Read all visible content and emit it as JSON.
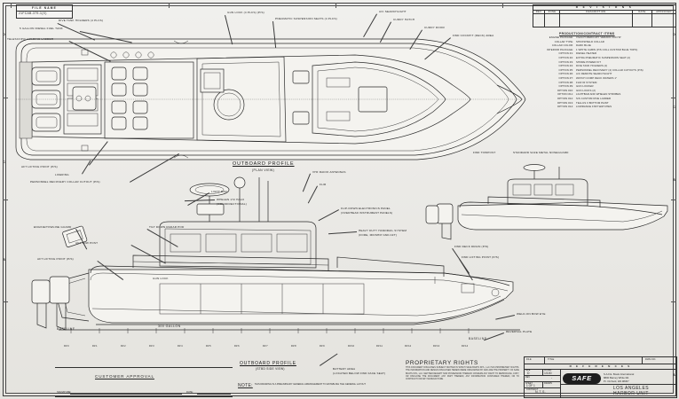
{
  "sheet": {
    "zones": [
      "A",
      "B",
      "C",
      "D"
    ],
    "zone_numbers": [
      "1",
      "2",
      "3",
      "4"
    ]
  },
  "file_block": {
    "header": "FILE NAME",
    "value": "21FCAB-379-1(X)"
  },
  "revision_block": {
    "title": "R E V I S I O N S",
    "columns": [
      "REV",
      "ZONE",
      "DESCRIPTION",
      "DATE",
      "APPROVED"
    ],
    "rows": []
  },
  "production": {
    "heading": "PRODUCTION/CONTRACT ITEMS",
    "items": [
      {
        "key": "ENGINE PACKAGE:",
        "value": "3 EACH MERCURY VERADO 300 HP"
      },
      {
        "key": "COLLAR TYPE:",
        "value": "SHOXSHIELD COLLAR"
      },
      {
        "key": "COLLAR COLOR:",
        "value": "DARK BLUE"
      },
      {
        "key": "INTERIOR PACKAGE:",
        "value": "1 WHITE CABIN  (P/S COLL CUSTOM BLUE TOPS)"
      },
      {
        "key": "OPTION #1:",
        "value": "DIESEL HEATER"
      },
      {
        "key": "OPTION #2:",
        "value": "EXTRA PNEUMATIC SUSPENSION SEAT (2)"
      },
      {
        "key": "OPTION #3:",
        "value": "SHORE POWER KIT"
      },
      {
        "key": "OPTION #4:",
        "value": "DIVE TANK HOLDERS (4)"
      },
      {
        "key": "OPTION #5:",
        "value": "PERSONNEL RECOVERY (4) COLLAR CUTOUTS (P/S)"
      },
      {
        "key": "OPTION #6:",
        "value": "A/C REMOTE SEARCHLIGHT"
      },
      {
        "key": "OPTION #7:",
        "value": "WATCH COMP DECK WATERS 1\""
      },
      {
        "key": "OPTION #8:",
        "value": "FLIR IR SYSTEM"
      },
      {
        "key": "OPTION #9:",
        "value": "GUN LOCKER"
      },
      {
        "key": "OPTION #10:",
        "value": "GUN LOCKS (2)"
      },
      {
        "key": "OPTION #11:",
        "value": "LIGHTBAR AND WHELEN STROBES"
      },
      {
        "key": "OPTION #12:",
        "value": "S/S CUSTOM DIVE LADDER"
      },
      {
        "key": "OPTION #13:",
        "value": "TELLUS II BOTTOM PAINT"
      },
      {
        "key": "OPTION #14:",
        "value": "LOWRANCE FISH WATCHES"
      }
    ]
  },
  "title_block": {
    "dwg_label_file": "FILE",
    "dwg_label_title": "TITLE",
    "dwg_label_no": "DWG NO.",
    "references": "R E F E R E N C E S",
    "logo": "SAFE",
    "company": "S.A.F.E. Boats International",
    "address_line1": "8800 Barney White Rd.",
    "address_line2": "Pt. Orchard, WA 98367",
    "customer": "LOS ANGELES HARBOR UNIT",
    "customer_line1": "LOS ANGELES",
    "customer_line2": "HARBOR UNIT",
    "scale_label": "SCALE",
    "scale_value": "N.T.S.",
    "sheet_label": "SHEET",
    "sheet_value": "1 OF 1",
    "size_label": "SIZE",
    "size_value": "D",
    "model_label": "MODEL",
    "model_value": "1/100",
    "rev_label": "REV",
    "rev_value": "-",
    "drawn_label": "DRAWN",
    "contract_label": "CONTRACT"
  },
  "proprietary": {
    "heading": "PROPRIETARY RIGHTS",
    "body": "THIS DOCUMENT DISCLOSES SUBJECT MATTER IN WHICH SAFE BOATS INTL, LLC HAS PROPRIETARY RIGHTS. THE INFORMATION AND DESIGN DISCLOSED HEREIN WERE ORIGINATED BY AND ARE THE PROPERTY OF SAFE BOATS INTL, LLC. NEITHER RECEIPT NOR POSSESSION THEREOF CONFERS ANY RIGHT TO REPRODUCE, COPY, OR DISCLOSE THE DOCUMENT, ANY PART THEREOF, ANY INFORMATION CONTAINED THEREIN, OR TO CONTRACT FOR ANY MANUFACTURE."
  },
  "note": {
    "heading": "NOTE:",
    "body": "THIS DRAWING IS A PRELIMINARY GENERAL ARRANGEMENT TO ESTABLISH THE GENERAL LAYOUT"
  },
  "customer_approval": {
    "heading": "CUSTOMER APPROVAL",
    "signature_label": "SIGNATURE:",
    "date_label": "DATE:"
  },
  "views": [
    {
      "name": "OUTBOARD PROFILE",
      "sub": "(PLAN VIEW)"
    },
    {
      "name": "OUTBOARD PROFILE",
      "sub": "(STBD SIDE VIEW)"
    }
  ],
  "callouts": {
    "plan_view": [
      "DIVE TANK HOLDERS (4 PLCS)",
      "5 GALLON DIESEL FUEL TANK",
      "TELESCOPIC FOLDING LADDER",
      "GUN LOCK (4 PLCS) (P/S)",
      "PNEUMATIC SUSPENSION SEATS (4 PLCS)",
      "A/C SEARCHLIGHT",
      "CUDDY HATCH",
      "CUDDY DOOR",
      "FWD COCKPIT (DECK) AREA",
      "AFT LIFTING POINT (P/S)",
      "LIFERING",
      "PERSONNEL RECOVERY COLLAR CUTOUT (P/S)",
      "FWD TOWPOST",
      "STANDARD SAFE METAL NOSEGUARD"
    ],
    "side_view": [
      "TILT DOWN RADAR POD",
      "ENGINE/TOWLINE GUARD",
      "AFT TOW POST",
      "AFT LIFTING POINT (P/S)",
      "GUN LOCK",
      "LIGHT BAR",
      "WHELEN 172 HALO",
      "(OMNIDIRECTIONAL)",
      "VHF RADIO ANTENNAS",
      "FLIR",
      "FLIP-DOWN ELECTRONICS PANEL",
      "(OVERHEAD INSTRUMENT PANELS)",
      "HEAVY DUTY HANDRAIL SYSTEM",
      "(FORE, MIDSHIP AND AFT)",
      "FWD DECK DRAIN (P/S)",
      "FWD LIFTING POINT (P/S)",
      "WELD-ON BOW EYE",
      "REVERSAL PLATE",
      "BATTERY AREA",
      "(LOCATED BELOW FWD FACE SEAT)"
    ],
    "baseline": "BASELINE",
    "tank": "300 GALLON"
  },
  "stations": [
    "FR 0",
    "FR 1",
    "FR 2",
    "FR 3",
    "FR 4",
    "FR 5",
    "FR 6",
    "FR 7",
    "FR 8",
    "FR 9",
    "FR 10",
    "FR 11",
    "FR 12",
    "FR 13",
    "FR 14"
  ],
  "colors": {
    "paper": "#e9e8e4",
    "ink": "#2b2b2b",
    "frame": "#2f2f2f"
  }
}
